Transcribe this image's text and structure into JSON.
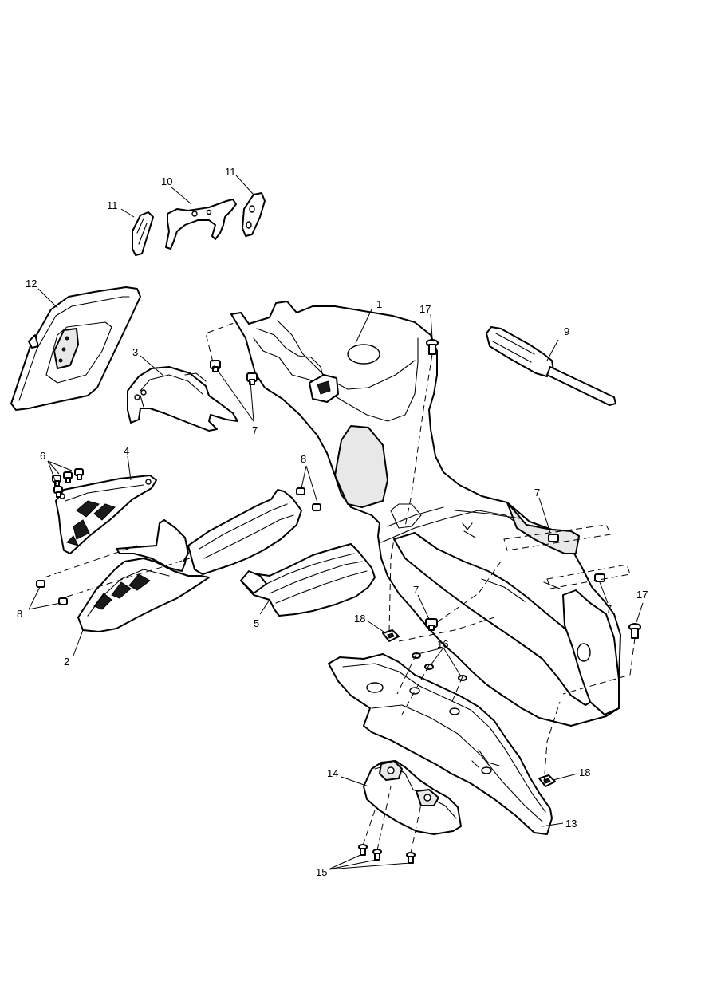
{
  "callouts": {
    "c1": "1",
    "c2": "2",
    "c3": "3",
    "c4": "4",
    "c5": "5",
    "c6": "6",
    "c7a": "7",
    "c7b": "7",
    "c7c": "7",
    "c7d": "7",
    "c8a": "8",
    "c8b": "8",
    "c9": "9",
    "c10": "10",
    "c11a": "11",
    "c11b": "11",
    "c12": "12",
    "c13": "13",
    "c14": "14",
    "c15": "15",
    "c16": "16",
    "c17a": "17",
    "c17b": "17",
    "c18a": "18",
    "c18b": "18"
  }
}
